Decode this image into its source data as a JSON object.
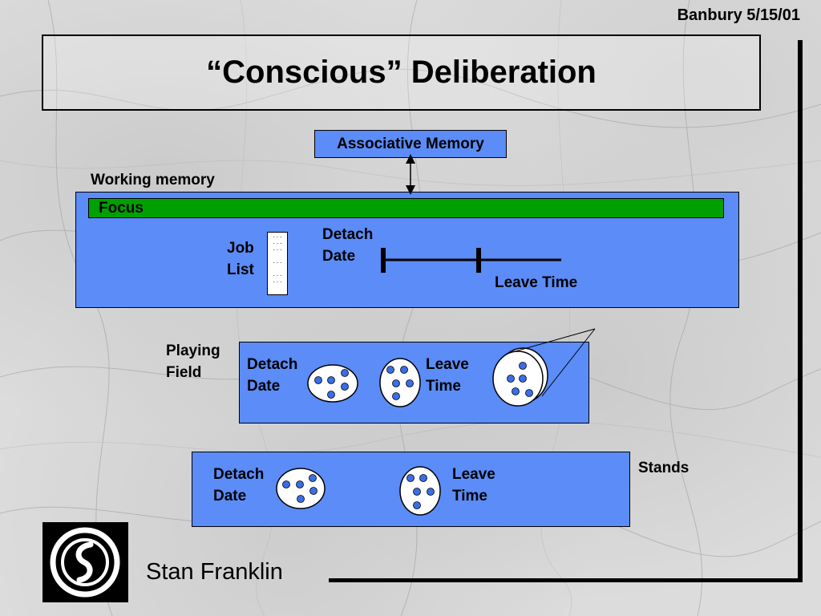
{
  "slide": {
    "header_date": "Banbury 5/15/01",
    "title": "“Conscious” Deliberation",
    "author": "Stan Franklin"
  },
  "associative_memory": {
    "label": "Associative Memory"
  },
  "working_memory": {
    "label": "Working memory",
    "focus_label": "Focus",
    "job_list_label": [
      "Job",
      "List"
    ],
    "detach_date_label": [
      "Detach",
      "Date"
    ],
    "leave_time_label": "Leave Time"
  },
  "playing_field": {
    "label": [
      "Playing",
      "Field"
    ],
    "detach_date_label": [
      "Detach",
      "Date"
    ],
    "leave_time_label": [
      "Leave",
      "Time"
    ]
  },
  "stands": {
    "label": "Stands",
    "detach_date_label": [
      "Detach",
      "Date"
    ],
    "leave_time_label": [
      "Leave",
      "Time"
    ]
  },
  "colors": {
    "panel_blue": "#5b8cf7",
    "focus_green": "#00a000",
    "node_blue": "#3a6ee8"
  },
  "icons": {
    "logo": "concentric-circle-logo-icon",
    "arrow": "bidirectional-arrow-icon"
  }
}
